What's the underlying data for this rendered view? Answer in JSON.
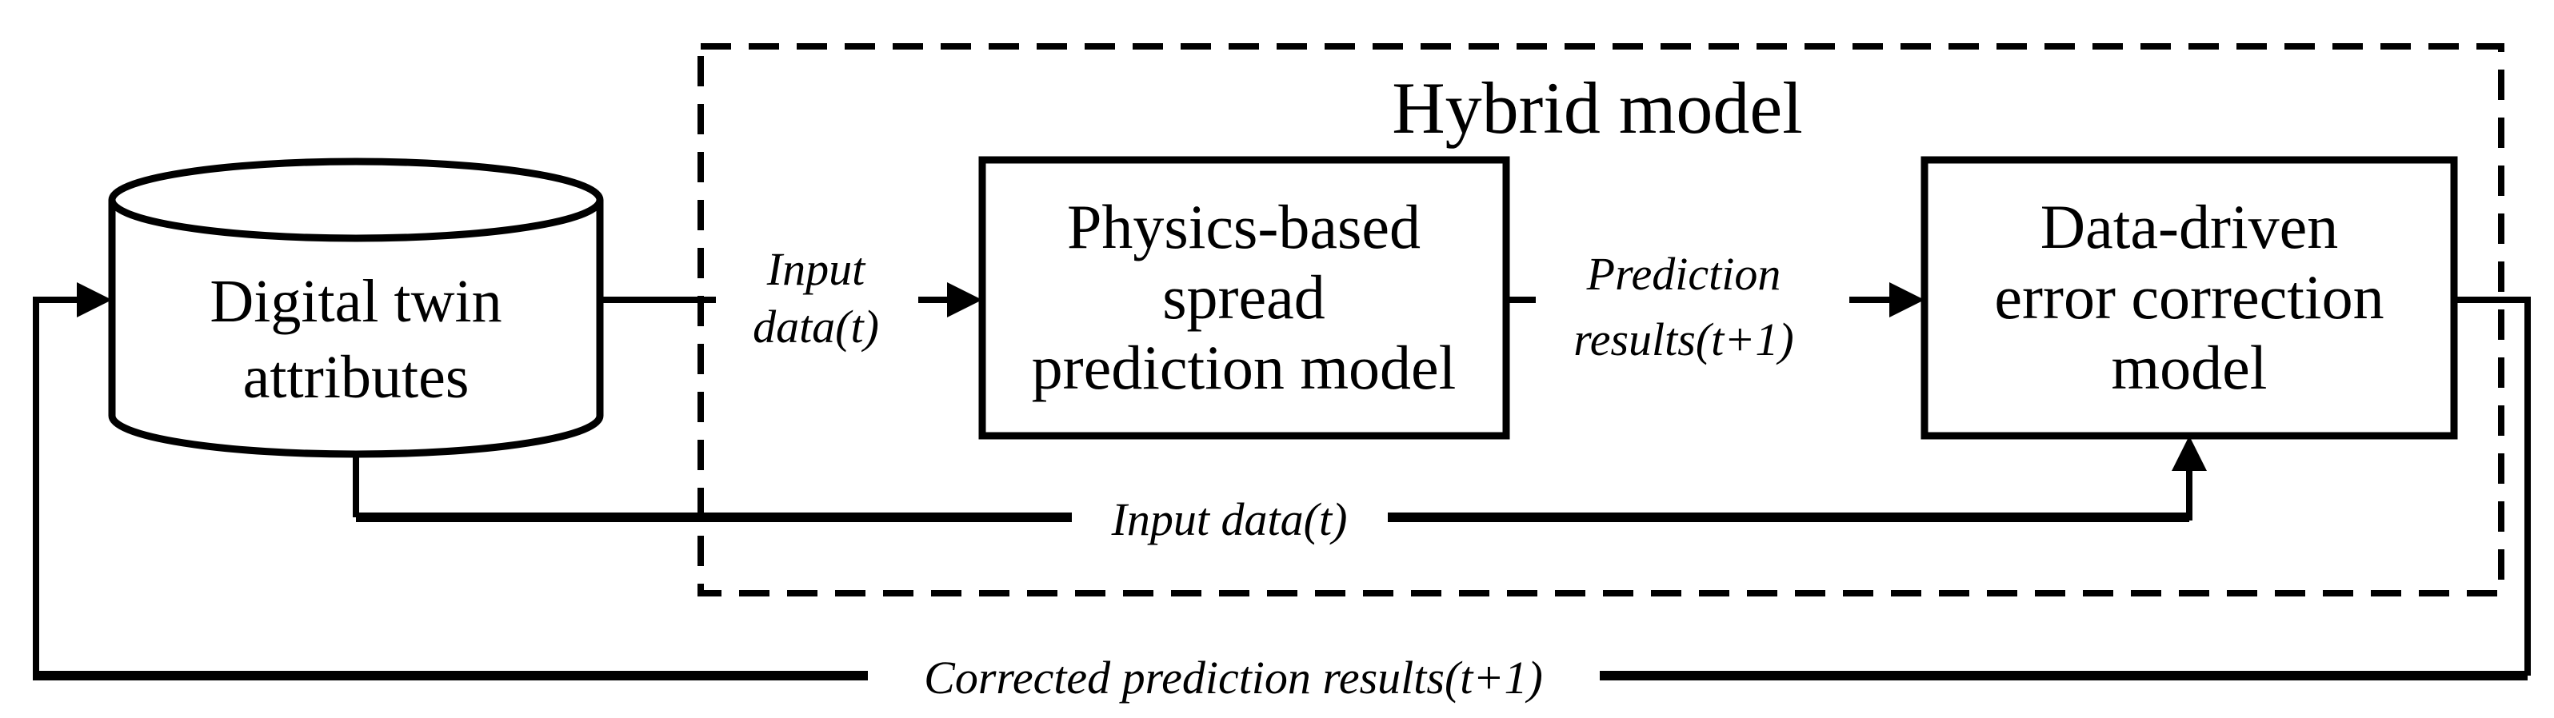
{
  "colors": {
    "ink": "#000000",
    "paper": "#ffffff"
  },
  "diagram": {
    "title": "Hybrid model",
    "datastore": {
      "line1": "Digital twin",
      "line2": "attributes"
    },
    "physics_box": {
      "line1": "Physics-based",
      "line2": "spread",
      "line3": "prediction model"
    },
    "error_box": {
      "line1": "Data-driven",
      "line2": "error correction",
      "line3": "model"
    },
    "labels": {
      "input_top_line1": "Input",
      "input_top_line2": "data(t)",
      "prediction_line1": "Prediction",
      "prediction_line2": "results(t+1)",
      "input_bottom": "Input data(t)",
      "corrected": "Corrected prediction results(t+1)"
    }
  }
}
